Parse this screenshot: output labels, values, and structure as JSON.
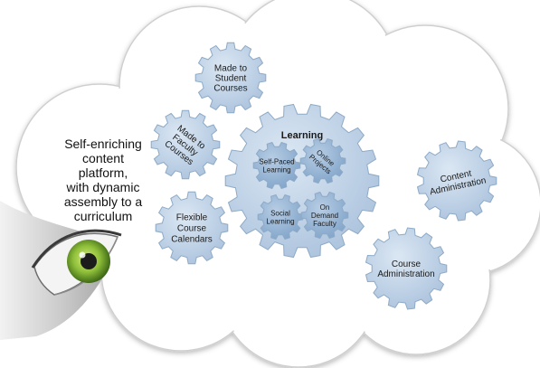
{
  "intro": {
    "lines": [
      "Self-enriching",
      "content",
      "platform,",
      "with dynamic",
      "assembly to a",
      "curriculum"
    ]
  },
  "gears": {
    "student_courses": [
      "Made to",
      "Student",
      "Courses"
    ],
    "faculty_courses": [
      "Made to",
      "Faculty",
      "Courses"
    ],
    "calendars": [
      "Flexible",
      "Course",
      "Calendars"
    ],
    "learning": [
      "Learning"
    ],
    "self_paced": [
      "Self-Paced",
      "Learning"
    ],
    "online_projects": [
      "Online",
      "Projects"
    ],
    "social_learning": [
      "Social",
      "Learning"
    ],
    "on_demand": [
      "On",
      "Demand",
      "Faculty"
    ],
    "content_admin": [
      "Content",
      "Administration"
    ],
    "course_admin": [
      "Course",
      "Administration"
    ]
  },
  "colors": {
    "gear_fill": "#bcd0e5",
    "gear_stroke": "#8eaac6",
    "inner_gear_fill": "#8fb0d2",
    "cloud_fill": "#ffffff",
    "cloud_stroke": "#cfcfcf",
    "iris": "#8fbf3a"
  },
  "icons": {
    "eye": "eye-icon"
  }
}
